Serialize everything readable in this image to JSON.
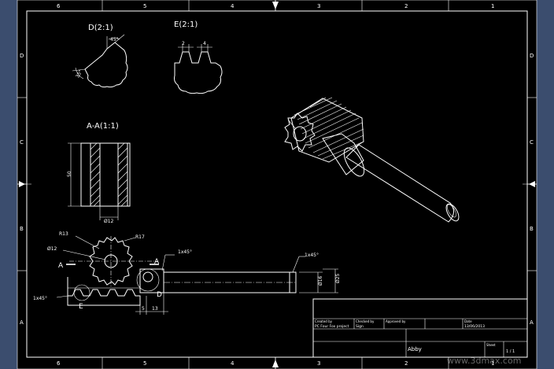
{
  "drawing": {
    "border_top_numbers": [
      "6",
      "5",
      "4",
      "3",
      "2",
      "1"
    ],
    "border_bottom_numbers": [
      "6",
      "5",
      "4",
      "3",
      "2",
      "1"
    ],
    "border_left_letters": [
      "D",
      "C",
      "B",
      "A"
    ],
    "border_right_letters": [
      "D",
      "C",
      "B",
      "A"
    ]
  },
  "views": {
    "detail_d": {
      "label": "D(2:1)",
      "dims": [
        "45°",
        "35°"
      ]
    },
    "detail_e": {
      "label": "E(2:1)",
      "dims": [
        "2",
        "4"
      ]
    },
    "section_aa": {
      "label": "A-A(1:1)",
      "dims": [
        "50",
        "Ø12"
      ]
    },
    "front": {
      "dims": [
        "R13",
        "R17",
        "Ø12",
        "1x45°",
        "1x45°",
        "1x45°",
        "Ø16",
        "Ø25",
        "5",
        "13"
      ],
      "marks": [
        "A",
        "A",
        "E",
        "D"
      ]
    }
  },
  "title_block": {
    "created_by_label": "Created by",
    "created_by": "PC Four Fox project",
    "checked_by_label": "Checked by",
    "checked_by": "Sign",
    "approved_by_label": "Approved by",
    "date_label": "Date",
    "date": "13/06/2013",
    "part_name": "Abby",
    "sheet_label": "Sheet",
    "sheet": "1 / 1"
  },
  "watermark": {
    "text": "www.3dmax.com"
  }
}
